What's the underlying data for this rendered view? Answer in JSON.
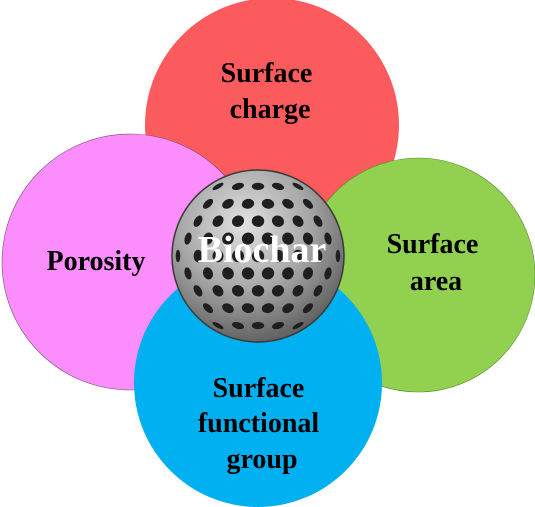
{
  "diagram": {
    "center": {
      "label": "Biochar",
      "color": "#9a9a9a"
    },
    "petals": [
      {
        "key": "surface_charge",
        "lines": [
          "Surface",
          "charge"
        ],
        "color": "#fb5b5c"
      },
      {
        "key": "porosity",
        "lines": [
          "Porosity"
        ],
        "color": "#fc8dfc"
      },
      {
        "key": "surface_area",
        "lines": [
          "Surface",
          "area"
        ],
        "color": "#92d050"
      },
      {
        "key": "surface_functional_group",
        "lines": [
          "Surface",
          "functional",
          "group"
        ],
        "color": "#00b0f0"
      }
    ]
  }
}
